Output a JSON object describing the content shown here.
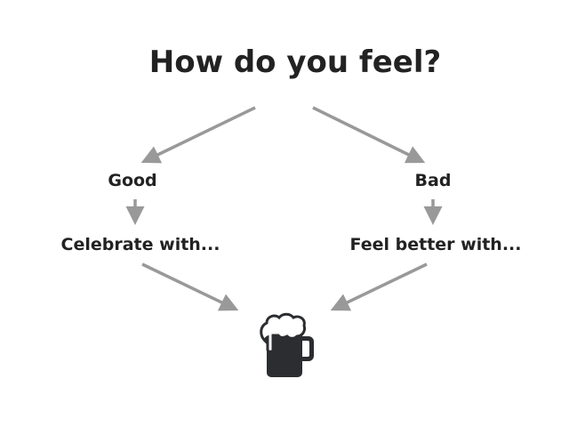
{
  "title": "How do you feel?",
  "branches": {
    "good": {
      "label": "Good",
      "action": "Celebrate with..."
    },
    "bad": {
      "label": "Bad",
      "action": "Feel better with..."
    }
  },
  "result_icon": "beer-mug-icon",
  "colors": {
    "arrow": "#999999",
    "text": "#222222",
    "icon": "#2b2d30"
  }
}
